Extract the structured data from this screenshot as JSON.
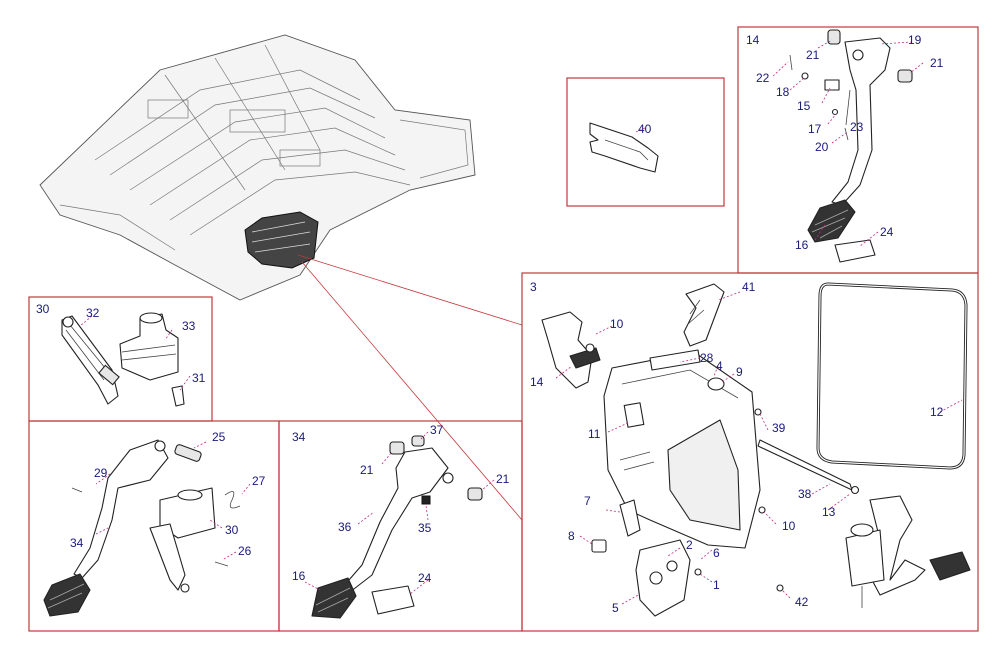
{
  "colors": {
    "frame": "#c0393b",
    "callout_text": "#1a1a7a",
    "leader": "#c02a7a",
    "line_art": "#222222"
  },
  "panels": {
    "bracket_panel": {
      "label": "40"
    },
    "brake_pedal_panel": {
      "header": "14",
      "labels": [
        "21",
        "19",
        "22",
        "18",
        "21",
        "15",
        "17",
        "23",
        "20",
        "16",
        "24"
      ]
    },
    "master_cyl_panel": {
      "labels": [
        "30",
        "32",
        "33",
        "31"
      ]
    },
    "clutch_pedal_panel": {
      "labels": [
        "25",
        "29",
        "27",
        "34",
        "30",
        "26"
      ]
    },
    "pedal_34_panel": {
      "header": "34",
      "labels": [
        "37",
        "21",
        "21",
        "35",
        "36",
        "16",
        "24"
      ]
    },
    "main_assembly_panel": {
      "header": "3",
      "labels": [
        "41",
        "10",
        "14",
        "28",
        "4",
        "9",
        "11",
        "39",
        "12",
        "38",
        "13",
        "10",
        "7",
        "8",
        "2",
        "6",
        "1",
        "5",
        "42"
      ]
    }
  }
}
